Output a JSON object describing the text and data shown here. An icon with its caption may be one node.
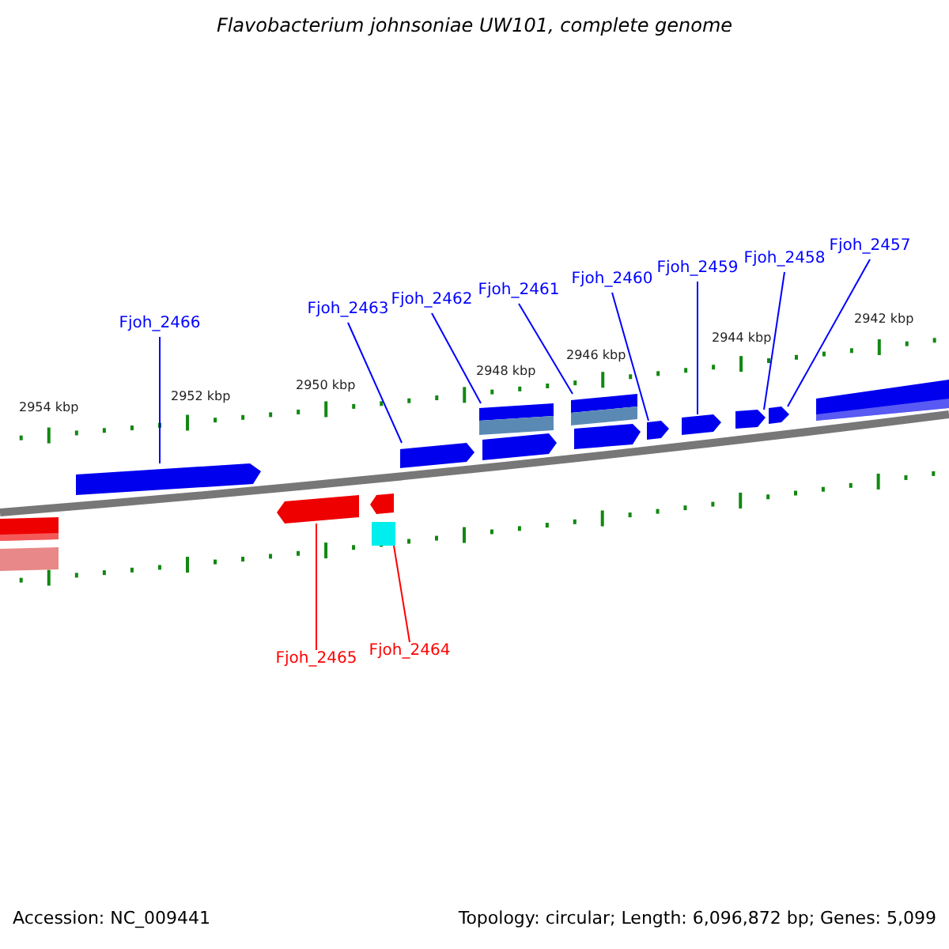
{
  "diagram": {
    "title": "Flavobacterium johnsoniae UW101, complete genome",
    "nodes": [
      {
        "text": [
          "Fjoh_2466"
        ]
      },
      {
        "text": [
          "Fjoh_2463"
        ]
      },
      {
        "text": [
          "Fjoh_2462"
        ]
      },
      {
        "text": [
          "Fjoh_2461"
        ]
      },
      {
        "text": [
          "Fjoh_2460"
        ]
      },
      {
        "text": [
          "Fjoh_2459"
        ]
      },
      {
        "text": [
          "Fjoh_2458"
        ]
      },
      {
        "text": [
          "Fjoh_2457"
        ]
      },
      {
        "text": [
          "Fjoh_2465"
        ]
      },
      {
        "text": [
          "Fjoh_2464"
        ]
      },
      {
        "text": [],
        "shape": "arrow"
      },
      {
        "text": [],
        "shape": "arrow"
      },
      {
        "text": [],
        "shape": "arrow"
      },
      {
        "text": [],
        "shape": "arrow"
      },
      {
        "text": [],
        "shape": "arrow"
      },
      {
        "text": [],
        "shape": "arrow"
      },
      {
        "text": [],
        "shape": "arrow"
      },
      {
        "text": [],
        "shape": "arrow"
      },
      {
        "text": [],
        "shape": "arrow"
      },
      {
        "text": [],
        "shape": "arrow"
      }
    ],
    "edges": [
      {
        "from": 0,
        "to": 10,
        "arrow": "none"
      },
      {
        "from": 1,
        "to": 11,
        "arrow": "none"
      },
      {
        "from": 2,
        "to": 12,
        "arrow": "none"
      },
      {
        "from": 3,
        "to": 13,
        "arrow": "none"
      },
      {
        "from": 4,
        "to": 14,
        "arrow": "none"
      },
      {
        "from": 5,
        "to": 15,
        "arrow": "none"
      },
      {
        "from": 6,
        "to": 16,
        "arrow": "none"
      },
      {
        "from": 7,
        "to": 17,
        "arrow": "none"
      },
      {
        "from": 8,
        "to": 18,
        "arrow": "none",
        "color": "#ff0000"
      },
      {
        "from": 9,
        "to": 19,
        "arrow": "none",
        "color": "#ff0000"
      }
    ],
    "labels": [
      "2954 kbp",
      "2952 kbp",
      "2950 kbp",
      "2948 kbp",
      "2946 kbp",
      "2944 kbp",
      "2942 kbp",
      "Accession: NC_009441",
      "Topology: circular; Length: 6,096,872 bp; Genes: 5,099"
    ]
  }
}
